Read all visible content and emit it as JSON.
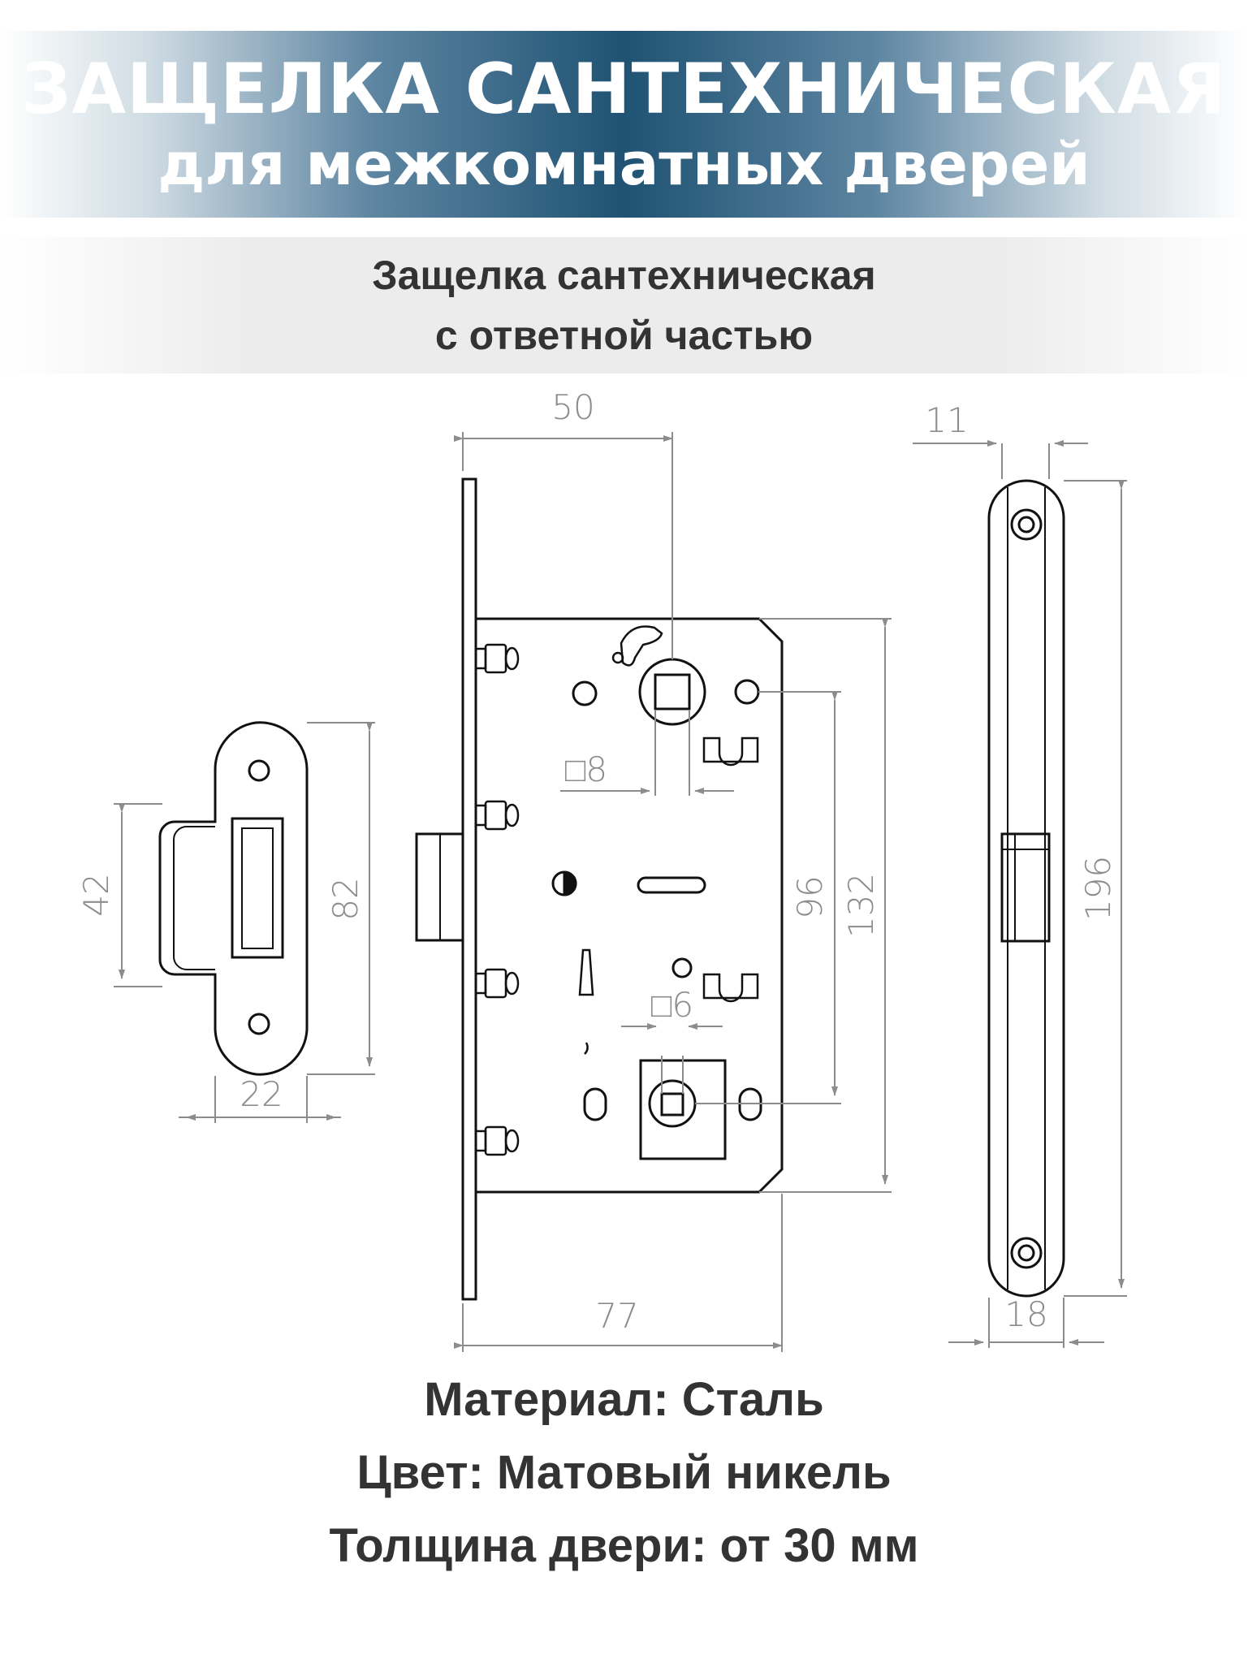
{
  "banner": {
    "title": "ЗАЩЕЛКА САНТЕХНИЧЕСКАЯ",
    "subtitle": "для межкомнатных дверей"
  },
  "subheader": {
    "line1": "Защелка сантехническая",
    "line2": "с ответной частью"
  },
  "dimensions": {
    "strike_height": "82",
    "strike_opening": "42",
    "strike_depth": "22",
    "backset": "50",
    "body_width": "77",
    "body_height": "132",
    "center_distance": "96",
    "square_spindle": "□8",
    "square_thumbturn": "□6",
    "faceplate_thickness": "11",
    "faceplate_width": "18",
    "faceplate_height": "196"
  },
  "specs": [
    "Материал: Сталь",
    "Цвет: Матовый никель",
    "Толщина двери: от 30 мм"
  ],
  "colors": {
    "banner_dark": "#1f5273",
    "line": "#111111",
    "dimension": "#8c8c8c",
    "text": "#333333"
  }
}
